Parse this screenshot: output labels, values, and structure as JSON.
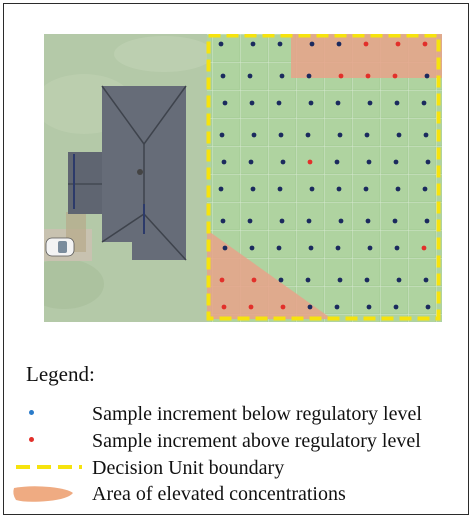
{
  "colors": {
    "grass": "#b4c9a8",
    "grid_fill": "#a9cf9a",
    "dash": "#f6e30e",
    "below_dot": "#1b2a5e",
    "above_dot": "#e2302a",
    "elevated_area": "#e8a28a",
    "roof": "#5e6470",
    "legend_below": "#2a7bc9",
    "legend_above": "#e2302a",
    "legend_area": "#efab82"
  },
  "legend": {
    "title": "Legend:",
    "items": [
      {
        "symbol": "blue-dot-icon",
        "label": "Sample increment below regulatory level"
      },
      {
        "symbol": "red-dot-icon",
        "label": "Sample increment above regulatory level"
      },
      {
        "symbol": "yellow-dash-icon",
        "label": "Decision Unit boundary"
      },
      {
        "symbol": "orange-blob-icon",
        "label": "Area of elevated concentrations"
      }
    ]
  },
  "grid": {
    "rows": 10,
    "cols": 8,
    "above_samples": [
      [
        0,
        5
      ],
      [
        0,
        6
      ],
      [
        0,
        7
      ],
      [
        1,
        4
      ],
      [
        1,
        5
      ],
      [
        1,
        6
      ],
      [
        4,
        3
      ],
      [
        7,
        7
      ],
      [
        8,
        0
      ],
      [
        8,
        1
      ],
      [
        9,
        0
      ],
      [
        9,
        1
      ],
      [
        9,
        2
      ]
    ]
  }
}
